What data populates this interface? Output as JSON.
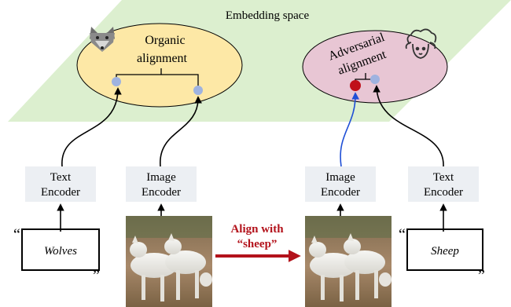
{
  "embedding_space": {
    "label": "Embedding space",
    "plane_color": "#dcefcf"
  },
  "organic": {
    "label_line1": "Organic",
    "label_line2": "alignment",
    "fill": "#fde8a6",
    "icon": "wolf-icon"
  },
  "adversarial": {
    "label_line1": "Adversarial",
    "label_line2": "alignment",
    "fill": "#e8c6d4",
    "icon": "sheep-icon"
  },
  "encoders": {
    "left_text": {
      "line1": "Text",
      "line2": "Encoder"
    },
    "left_image": {
      "line1": "Image",
      "line2": "Encoder"
    },
    "right_image": {
      "line1": "Image",
      "line2": "Encoder"
    },
    "right_text": {
      "line1": "Text",
      "line2": "Encoder"
    },
    "box_fill": "#eceff3"
  },
  "captions": {
    "left": "Wolves",
    "right": "Sheep",
    "open_quote": "“",
    "close_quote": "”"
  },
  "attack": {
    "line1": "Align with",
    "line2": "“sheep”",
    "color": "#b3121b"
  },
  "colors": {
    "embedding_point": "#9fb3e0",
    "adversarial_point": "#c0101a",
    "adversarial_arrow": "#1f4fd6",
    "arrow": "#000000"
  }
}
